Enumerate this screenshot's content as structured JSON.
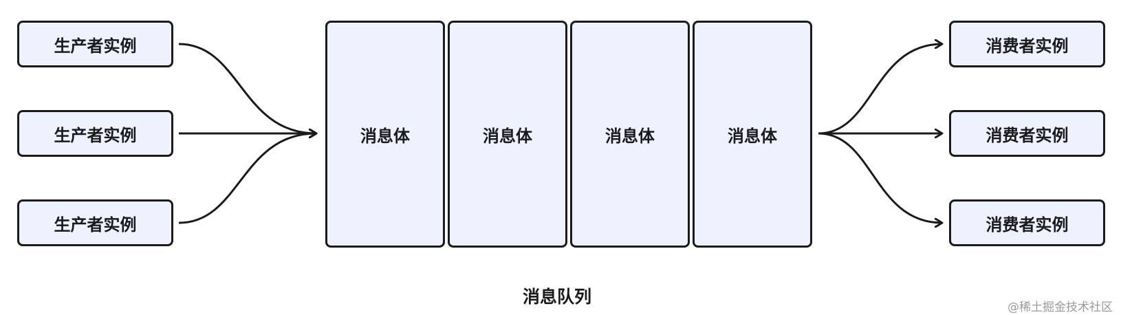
{
  "producers": [
    {
      "label": "生产者实例"
    },
    {
      "label": "生产者实例"
    },
    {
      "label": "生产者实例"
    }
  ],
  "queue": {
    "title": "消息队列",
    "messages": [
      {
        "label": "消息体"
      },
      {
        "label": "消息体"
      },
      {
        "label": "消息体"
      },
      {
        "label": "消息体"
      }
    ]
  },
  "consumers": [
    {
      "label": "消费者实例"
    },
    {
      "label": "消费者实例"
    },
    {
      "label": "消费者实例"
    }
  ],
  "watermark": "@稀土掘金技术社区",
  "colors": {
    "node_fill": "#eef2ff",
    "stroke": "#1a1a1a",
    "watermark": "#9a9a9a"
  }
}
